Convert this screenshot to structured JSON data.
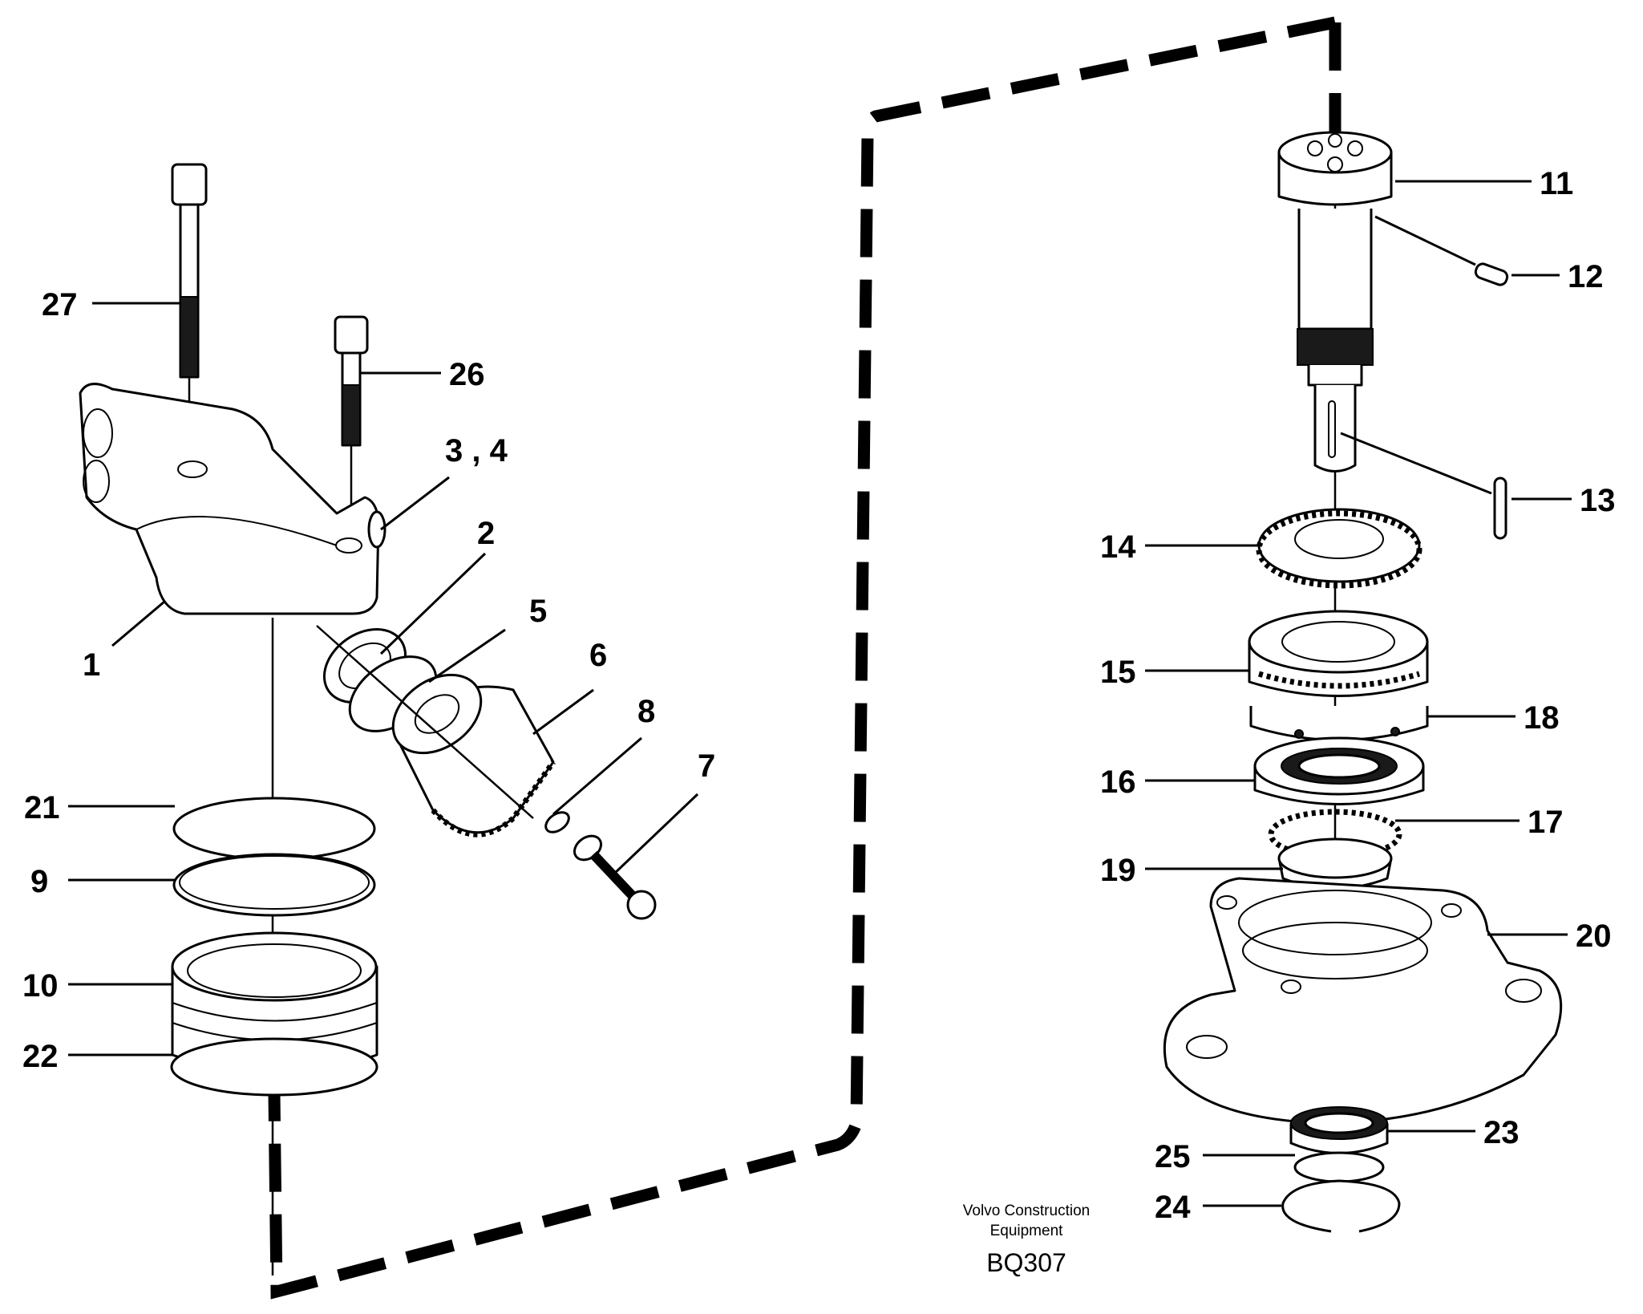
{
  "diagram": {
    "caption": {
      "line1": "Volvo Construction",
      "line2": "Equipment",
      "code": "BQ307"
    },
    "labels": {
      "l1": "1",
      "l2": "2",
      "l34": "3 , 4",
      "l5": "5",
      "l6": "6",
      "l7": "7",
      "l8": "8",
      "l9": "9",
      "l10": "10",
      "l11": "11",
      "l12": "12",
      "l13": "13",
      "l14": "14",
      "l15": "15",
      "l16": "16",
      "l17": "17",
      "l18": "18",
      "l19": "19",
      "l20": "20",
      "l21": "21",
      "l22": "22",
      "l23": "23",
      "l24": "24",
      "l25": "25",
      "l26": "26",
      "l27": "27"
    }
  }
}
